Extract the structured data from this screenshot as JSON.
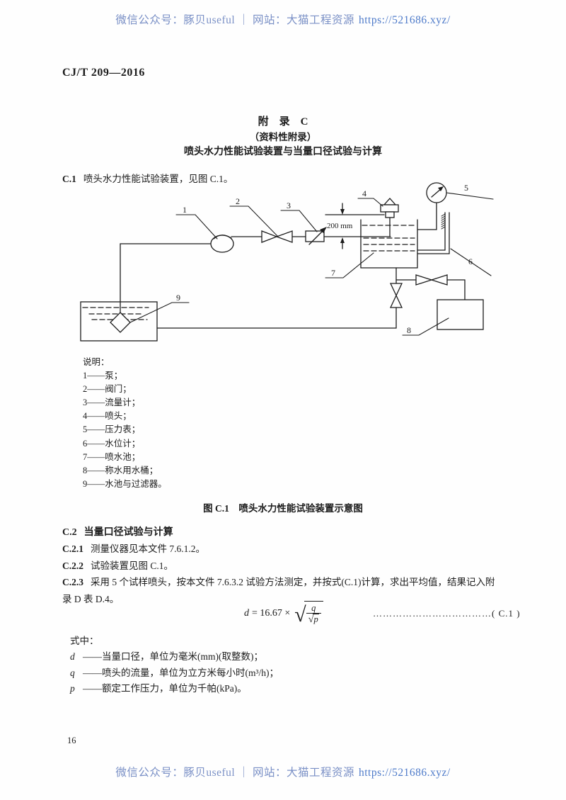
{
  "watermark": {
    "text": "微信公众号：豚贝useful ｜ 网站：大猫工程资源",
    "url": "https://521686.xyz/"
  },
  "header": {
    "standard_number": "CJ/T 209—2016"
  },
  "annex": {
    "title": "附　录　C",
    "subtitle": "（资料性附录）",
    "heading": "喷头水力性能试验装置与当量口径试验与计算"
  },
  "sections": {
    "c1_label": "C.1",
    "c1_text": "喷头水力性能试验装置，见图 C.1。",
    "c2_label": "C.2",
    "c2_title": "当量口径试验与计算",
    "c21_label": "C.2.1",
    "c21_text": "测量仪器见本文件 7.6.1.2。",
    "c22_label": "C.2.2",
    "c22_text": "试验装置见图 C.1。",
    "c23_label": "C.2.3",
    "c23_text": "采用 5 个试样喷头，按本文件 7.6.3.2 试验方法测定，并按式(C.1)计算，求出平均值，结果记入附",
    "c23_text_line2": "录 D 表 D.4。"
  },
  "diagram": {
    "labels": [
      "1",
      "2",
      "3",
      "4",
      "5",
      "6",
      "7",
      "8",
      "9"
    ],
    "dimension_label": "200 mm"
  },
  "legend": {
    "title": "说明：",
    "items": [
      "1——泵；",
      "2——阀门；",
      "3——流量计；",
      "4——喷头；",
      "5——压力表；",
      "6——水位计；",
      "7——喷水池；",
      "8——称水用水桶；",
      "9——水池与过滤器。"
    ]
  },
  "figure": {
    "caption": "图 C.1　喷头水力性能试验装置示意图"
  },
  "formula": {
    "lhs": "d",
    "relation": "= 16.67 ×",
    "sqrt_sign": "√",
    "numerator": "q",
    "radicand": "p",
    "dots": "………………………………",
    "number": "( C.1 )"
  },
  "definitions": {
    "intro": "式中：",
    "items": [
      {
        "symbol": "d",
        "text": "——当量口径，单位为毫米(mm)(取整数)；"
      },
      {
        "symbol": "q",
        "text": "——喷头的流量，单位为立方米每小时(m³/h)；"
      },
      {
        "symbol": "p",
        "text": "——额定工作压力，单位为千帕(kPa)。"
      }
    ]
  },
  "footer": {
    "page_number": "16"
  },
  "colors": {
    "watermark_text": "#7a90c6",
    "watermark_url": "#4d7ac9",
    "ink": "#1c1c1c"
  }
}
